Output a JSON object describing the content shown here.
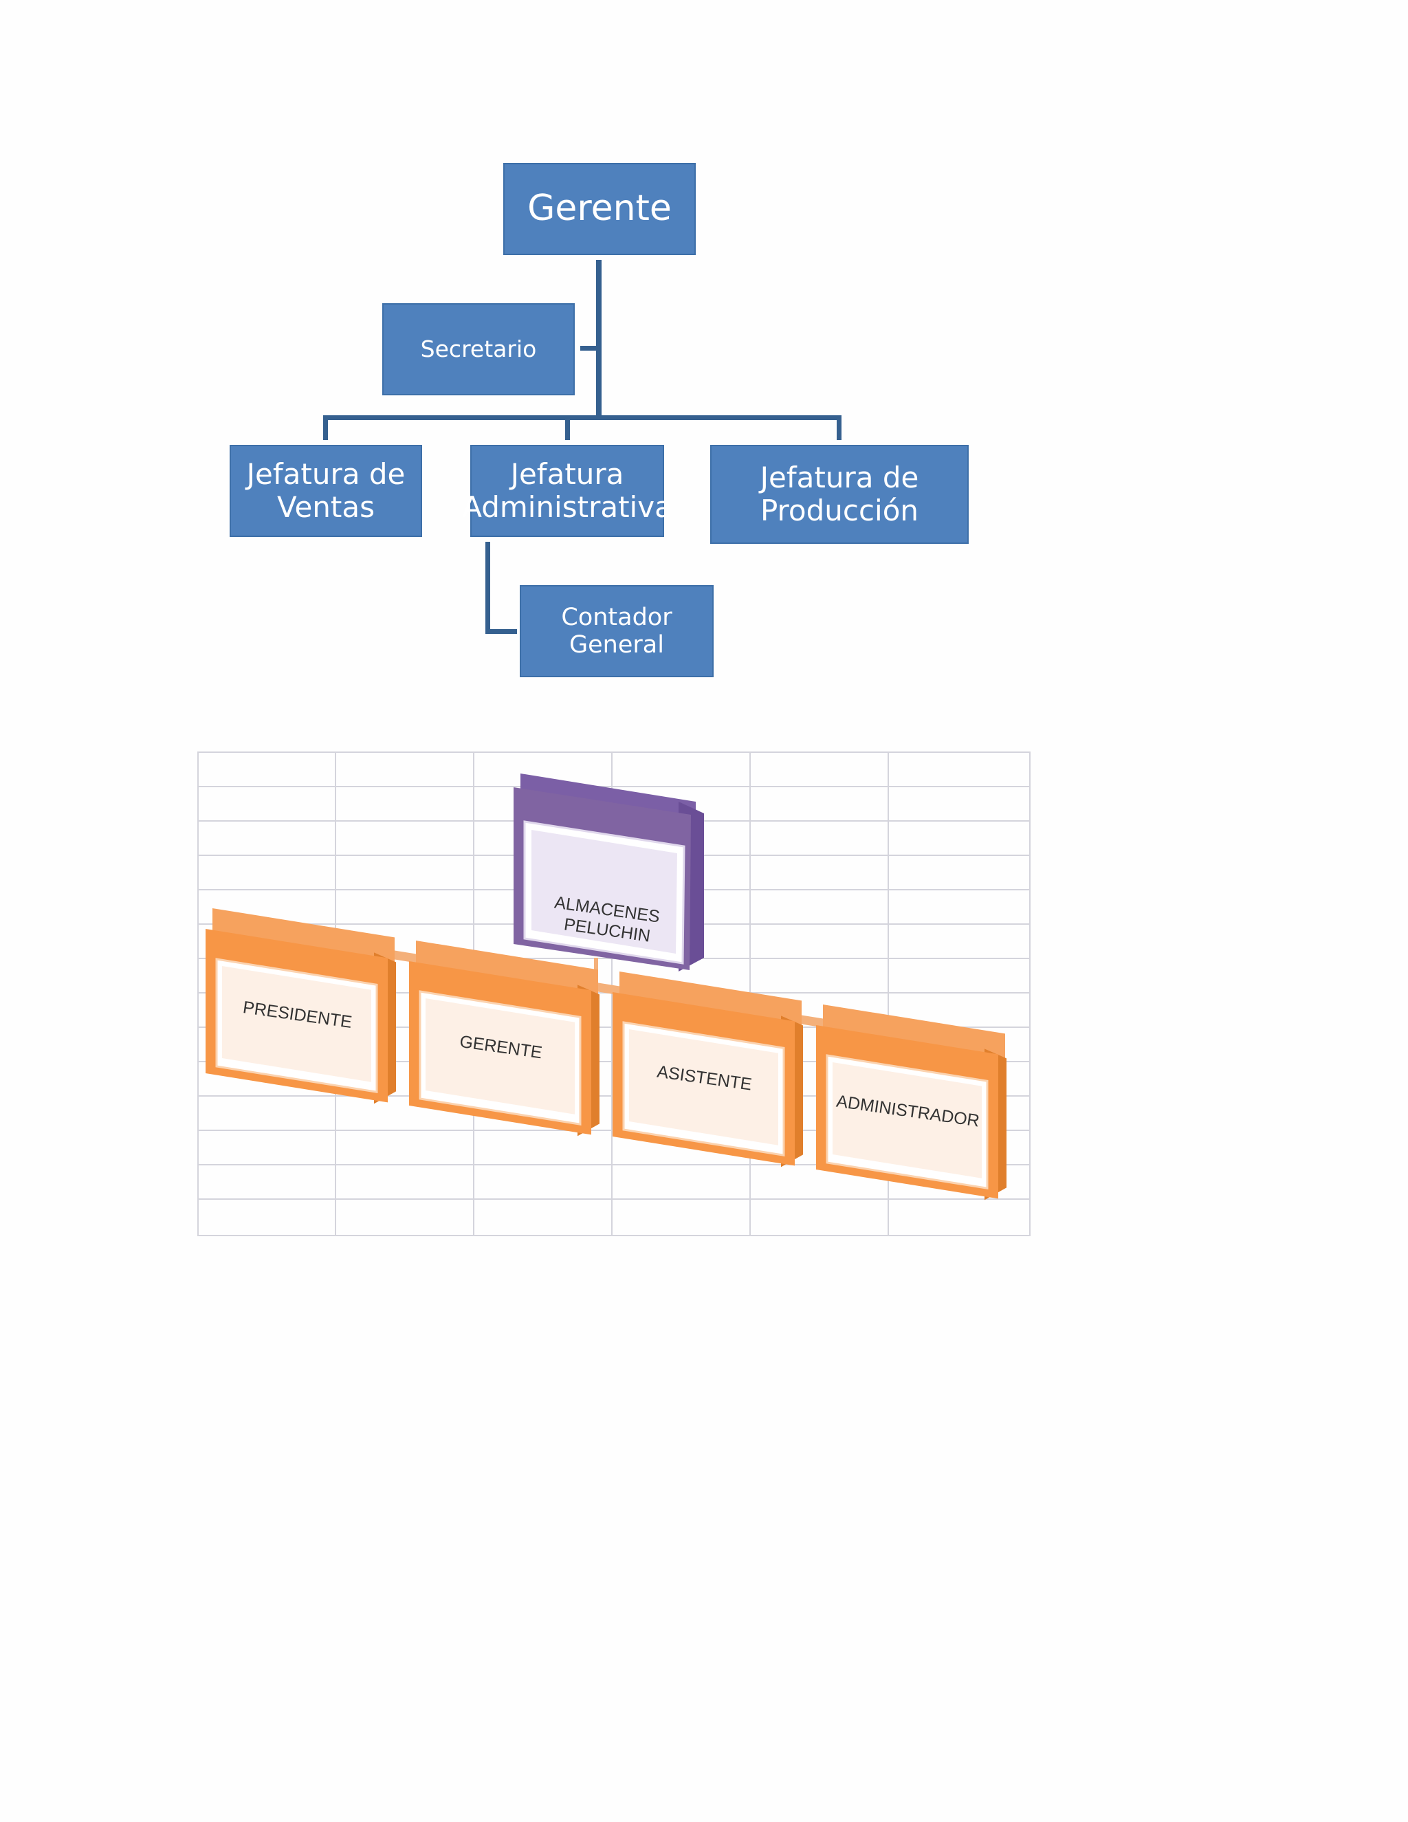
{
  "org_chart_blue": {
    "gerente": "Gerente",
    "secretario": "Secretario",
    "ventas": [
      "Jefatura de",
      "Ventas"
    ],
    "administrativa": [
      "Jefatura",
      "Administrativa"
    ],
    "produccion": [
      "Jefatura de",
      "Producción"
    ],
    "contador": [
      "Contador",
      "General"
    ],
    "colors": {
      "box": "#4f81bd",
      "line": "#35608f",
      "text": "#ffffff"
    }
  },
  "org_chart_3d": {
    "top": [
      "ALMACENES",
      "PELUCHIN"
    ],
    "members": [
      "PRESIDENTE",
      "GERENTE",
      "ASISTENTE",
      "ADMINISTRADOR"
    ],
    "colors": {
      "top": "#8064a2",
      "member": "#f79646",
      "grid": "#d4d4dc"
    }
  }
}
